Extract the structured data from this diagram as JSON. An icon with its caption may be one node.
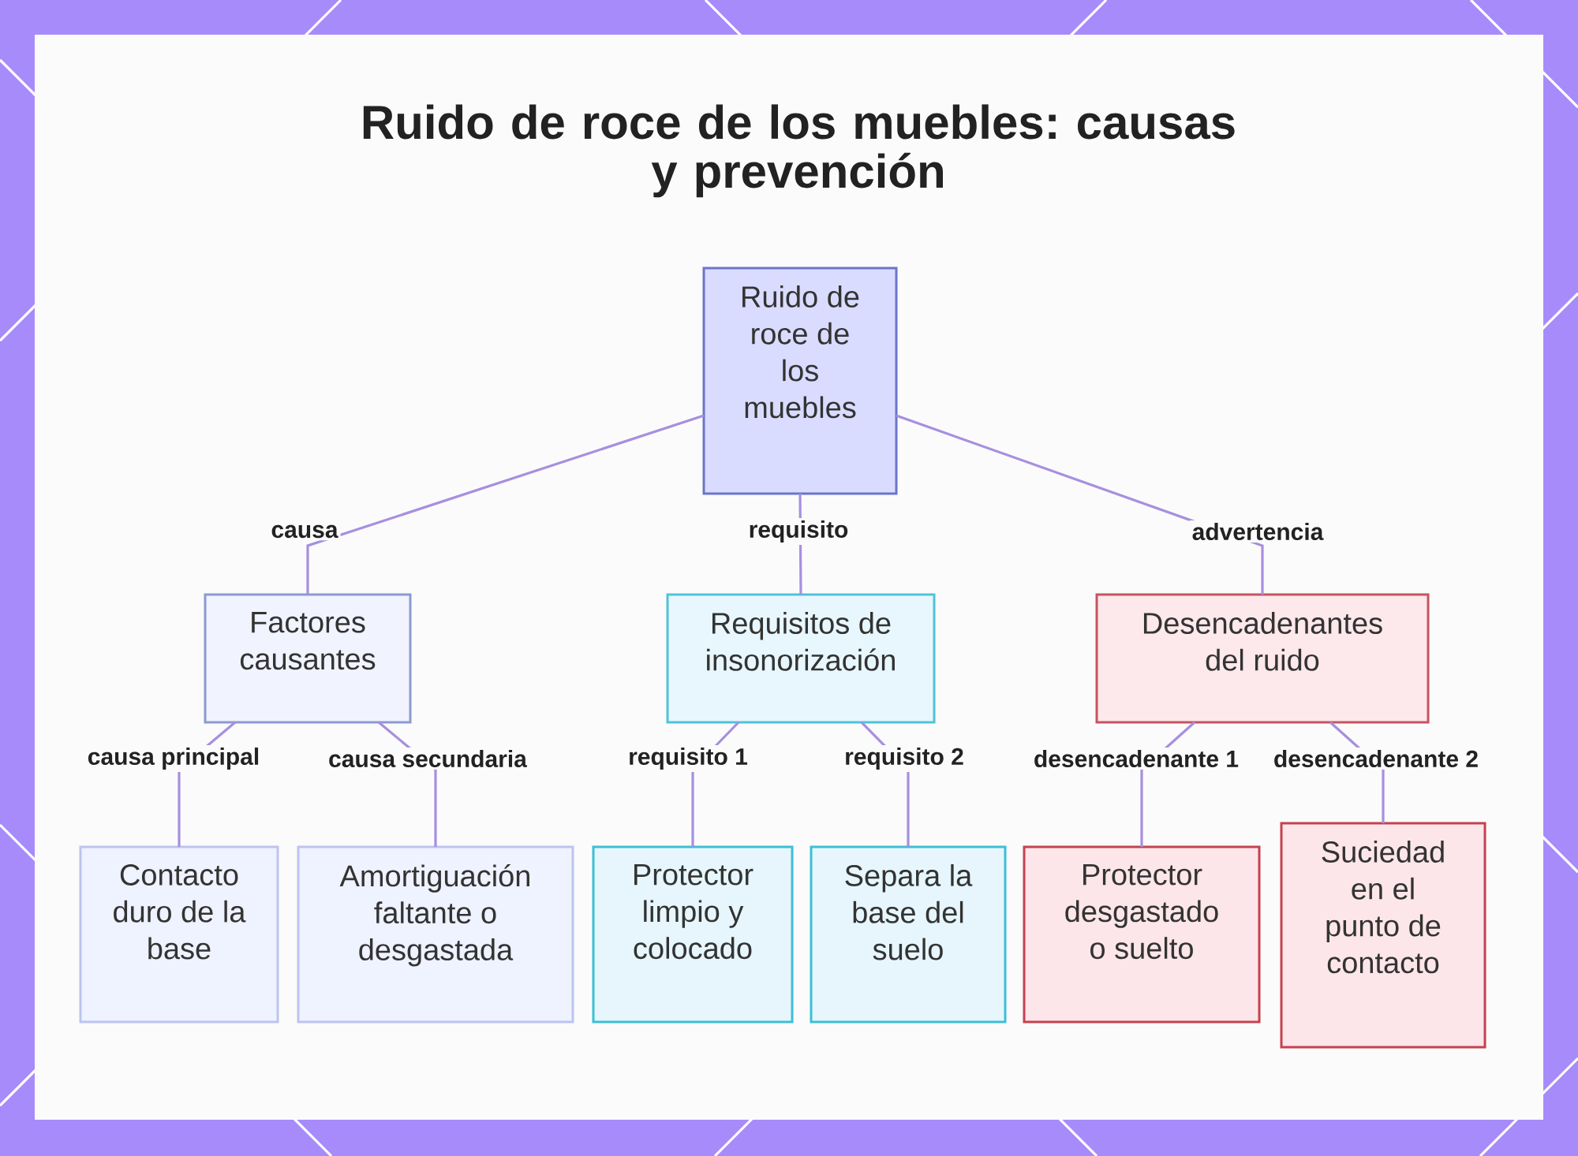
{
  "diagram": {
    "title": "Ruido de roce de los muebles: causas y prevención",
    "nodes": [
      {
        "text": [
          "Ruido de roce de los muebles"
        ]
      },
      {
        "text": [
          "Factores causantes"
        ]
      },
      {
        "text": [
          "Requisitos de insonorización"
        ]
      },
      {
        "text": [
          "Desencadenantes del ruido"
        ]
      },
      {
        "text": [
          "Contacto duro de la base"
        ]
      },
      {
        "text": [
          "Amortiguación faltante o desgastada"
        ]
      },
      {
        "text": [
          "Protector limpio y colocado"
        ]
      },
      {
        "text": [
          "Separa la base del suelo"
        ]
      },
      {
        "text": [
          "Protector desgastado o suelto"
        ]
      },
      {
        "text": [
          "Suciedad en el punto de contacto"
        ]
      }
    ],
    "edges": [
      {
        "from": 0,
        "to": 1,
        "arrow": "none",
        "label": "causa"
      },
      {
        "from": 0,
        "to": 2,
        "arrow": "none",
        "label": "requisito"
      },
      {
        "from": 0,
        "to": 3,
        "arrow": "none",
        "label": "advertencia"
      },
      {
        "from": 1,
        "to": 4,
        "arrow": "none",
        "label": "causa principal"
      },
      {
        "from": 1,
        "to": 5,
        "arrow": "none",
        "label": "causa secundaria"
      },
      {
        "from": 2,
        "to": 6,
        "arrow": "none",
        "label": "requisito 1"
      },
      {
        "from": 2,
        "to": 7,
        "arrow": "none",
        "label": "requisito 2"
      },
      {
        "from": 3,
        "to": 8,
        "arrow": "none",
        "label": "desencadenante 1"
      },
      {
        "from": 3,
        "to": 9,
        "arrow": "none",
        "label": "desencadenante 2"
      }
    ]
  }
}
